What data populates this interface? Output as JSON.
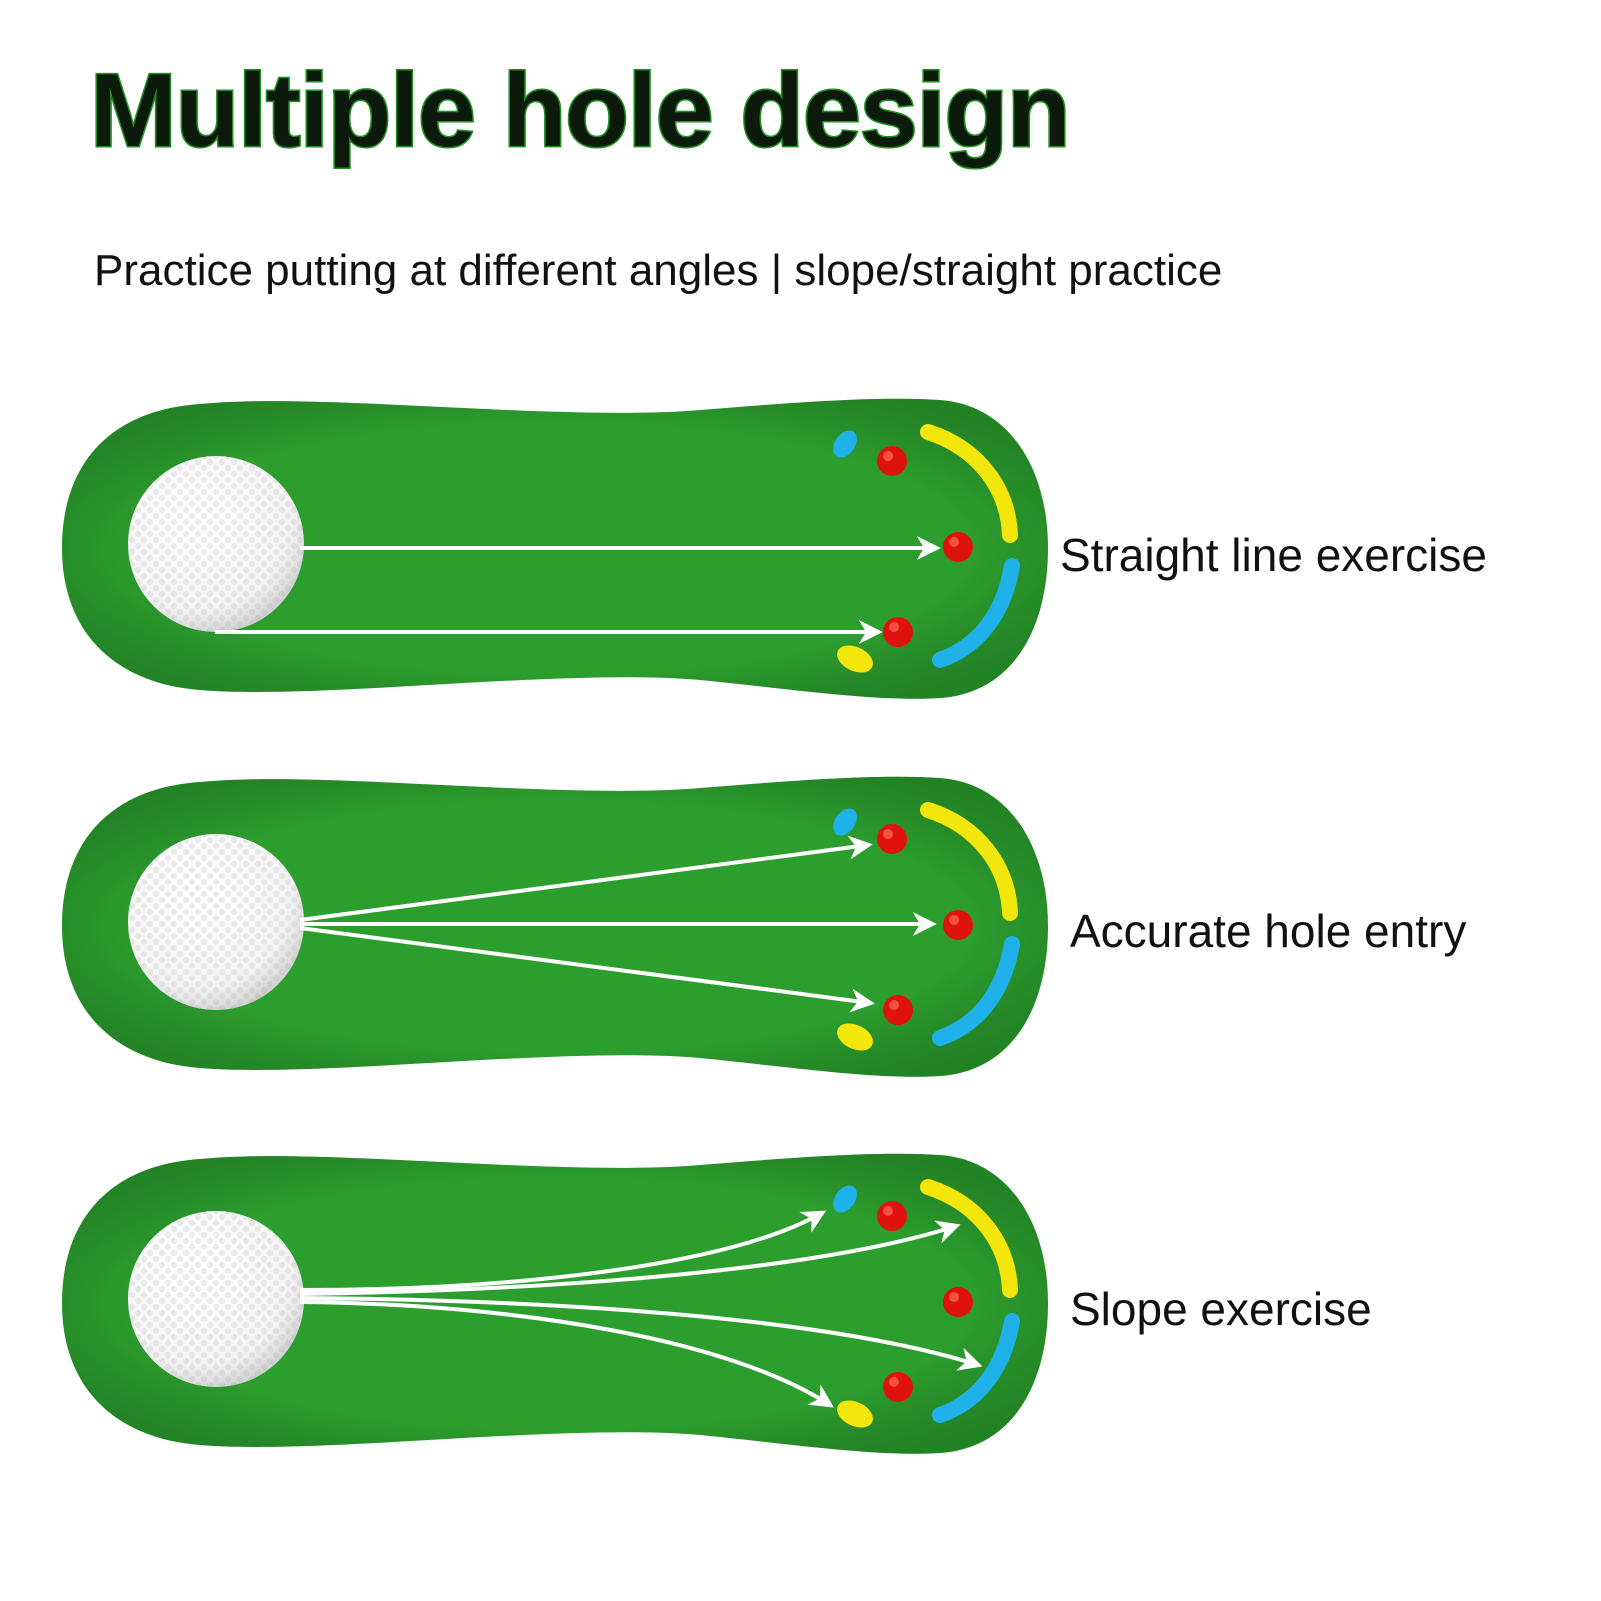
{
  "title": "Multiple hole design",
  "subtitle": "Practice putting at different angles | slope/straight practice",
  "colors": {
    "mat_green": "#2c9e2e",
    "mat_green_dark": "#1f7e22",
    "hole_red": "#e0120f",
    "accent_yellow": "#f3e60c",
    "accent_blue": "#1fb2ea",
    "arrow": "#ffffff",
    "ball": "#ffffff"
  },
  "mats": [
    {
      "label": "Straight line exercise",
      "arrow_style": "straight"
    },
    {
      "label": "Accurate hole entry",
      "arrow_style": "fan"
    },
    {
      "label": "Slope exercise",
      "arrow_style": "curved"
    }
  ]
}
